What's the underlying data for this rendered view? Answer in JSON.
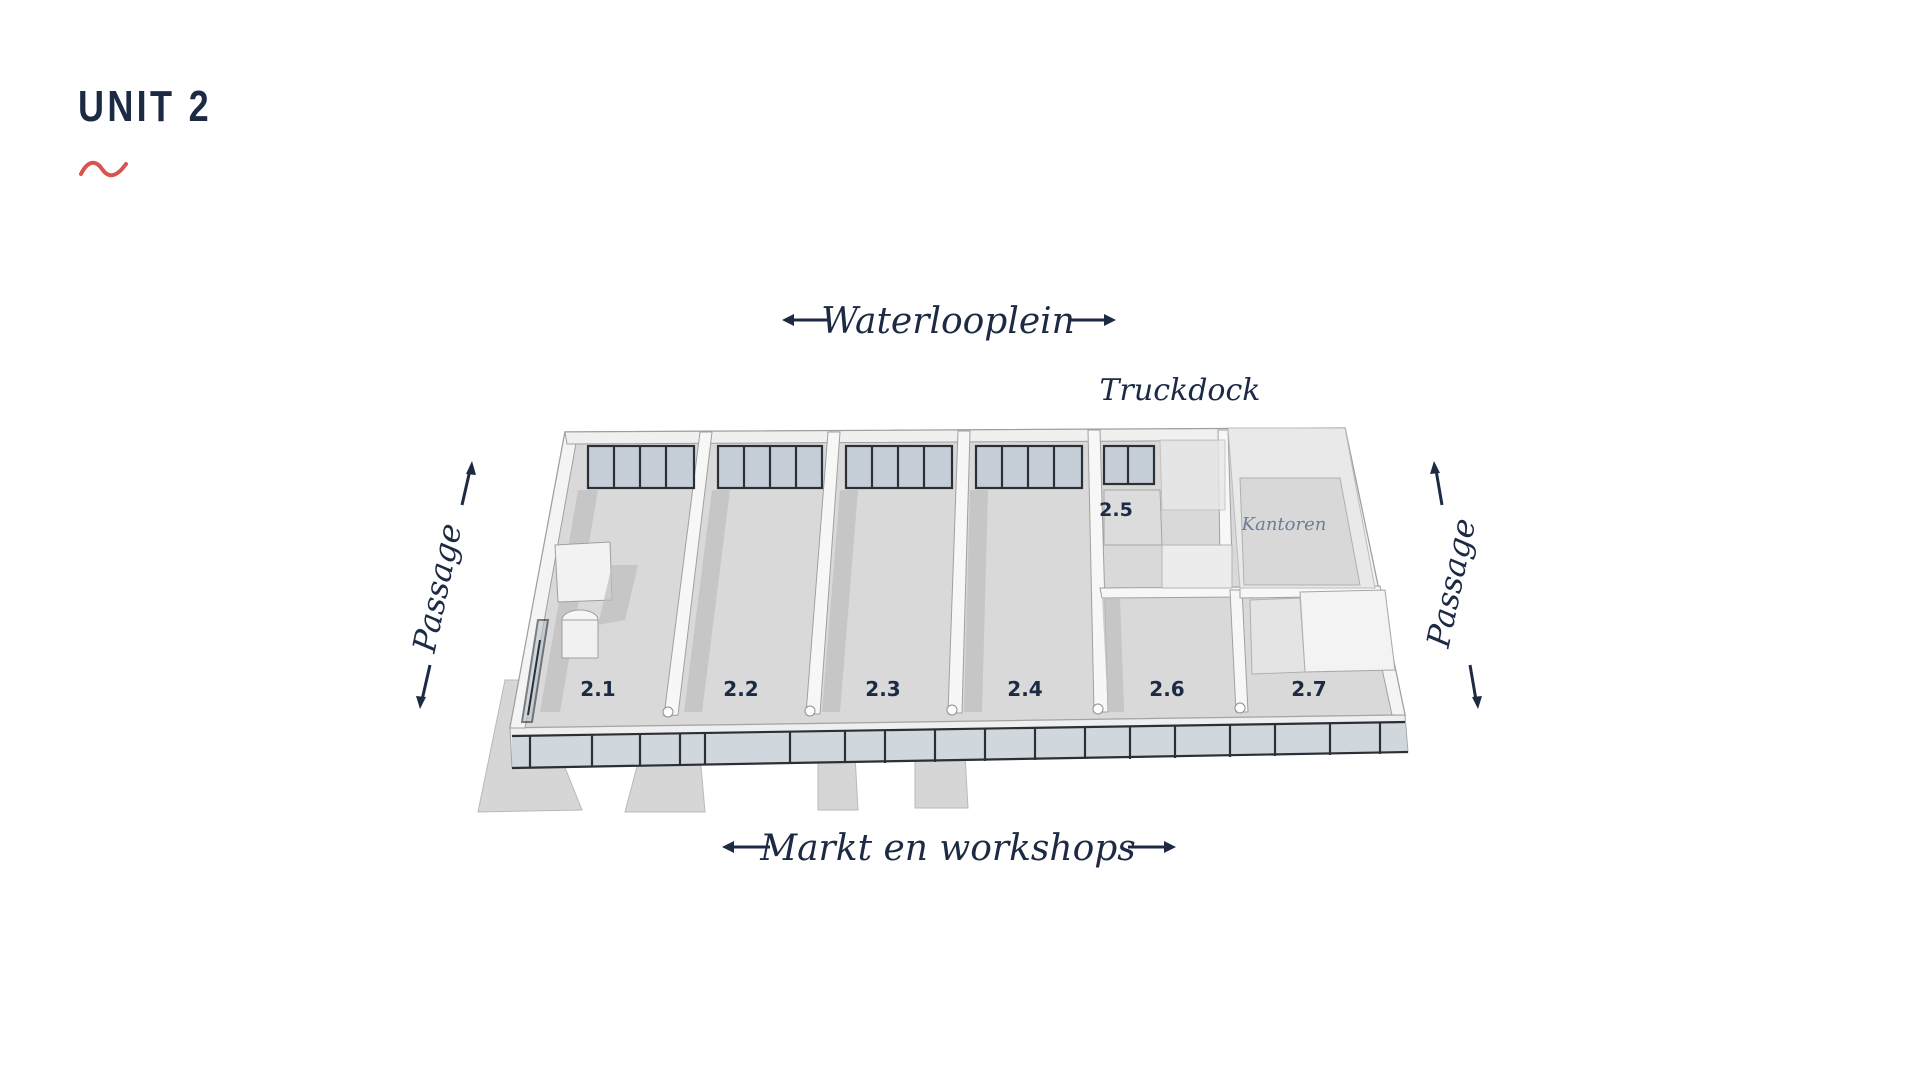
{
  "header": {
    "title": "UNIT 2"
  },
  "streets": {
    "top": "Waterlooplein",
    "bottom": "Markt en workshops",
    "left": "Passage",
    "right": "Passage",
    "dock": "Truckdock"
  },
  "rooms": {
    "r21": "2.1",
    "r22": "2.2",
    "r23": "2.3",
    "r24": "2.4",
    "r25": "2.5",
    "r26": "2.6",
    "r27": "2.7",
    "offices": "Kantoren"
  },
  "colors": {
    "ink": "#1c2a44",
    "accent": "#d9534f",
    "floor": "#d9d9d9",
    "wall": "#f4f4f4",
    "glass": "#2b2f36"
  }
}
